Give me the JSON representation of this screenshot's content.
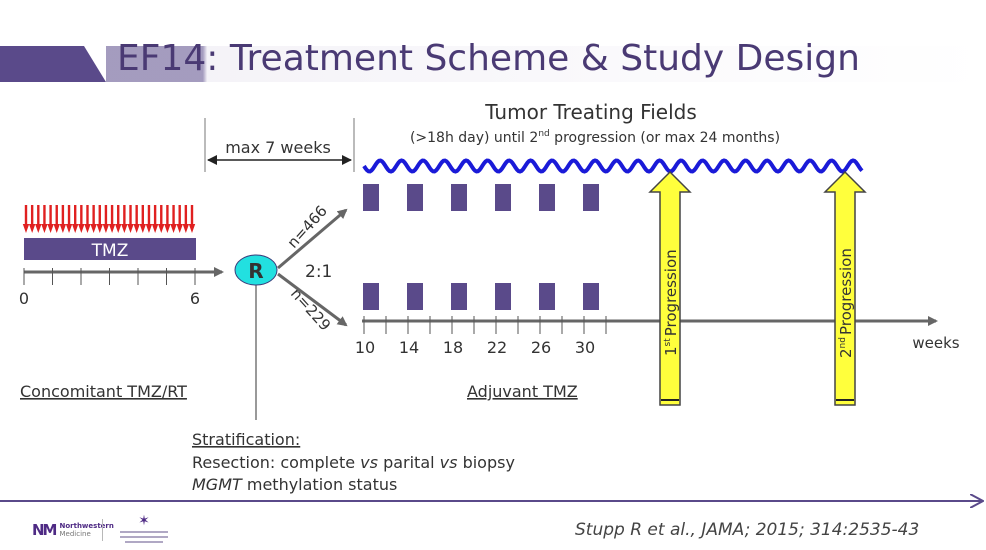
{
  "slide": {
    "title": "EF14: Treatment Scheme & Study Design",
    "colors": {
      "accent": "#5a4a8a",
      "title": "#4a3a74",
      "wave": "#1a1ad8",
      "arrow_fill": "#ffff3c",
      "red": "#e02020",
      "r_circle": "#22e0e0"
    }
  },
  "ttf": {
    "title": "Tumor Treating Fields",
    "subtitle_prefix": "(>18h day) until 2",
    "subtitle_sup": "nd",
    "subtitle_suffix": " progression (or max 24 months)"
  },
  "max_weeks_label": "max 7 weeks",
  "concomitant": {
    "drug_label": "TMZ",
    "axis_start": "0",
    "axis_end": "6",
    "caption": "Concomitant TMZ/RT"
  },
  "randomization": {
    "symbol": "R",
    "ratio": "2:1",
    "arm_upper": "n=466",
    "arm_lower": "n=229"
  },
  "adjuvant": {
    "weeks": [
      "10",
      "14",
      "18",
      "22",
      "26",
      "30"
    ],
    "axis_unit": "weeks",
    "caption": "Adjuvant TMZ"
  },
  "progression": {
    "first_num": "1",
    "first_sup": "st",
    "first_word": "Progression",
    "second_num": "2",
    "second_sup": "nd",
    "second_word": "Progression"
  },
  "stratification": {
    "heading": "Stratification:",
    "resection_prefix": "Resection: complete ",
    "vs": "vs",
    "mid": " parital ",
    "suffix": " biopsy",
    "mgmt": "MGMT",
    "mgmt_suffix": " methylation status"
  },
  "footer": {
    "citation": "Stupp R et al., JAMA; 2015; 314:2535-43",
    "logo_mark": "NM",
    "logo_text_1": "Northwestern",
    "logo_text_2": "Medicine"
  }
}
